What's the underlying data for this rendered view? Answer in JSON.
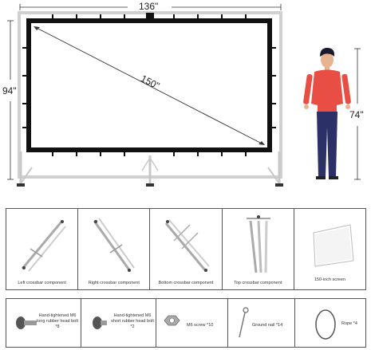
{
  "dimensions": {
    "width": "136\"",
    "height": "94\"",
    "diagonal": "150\"",
    "person_height": "74\""
  },
  "components": [
    {
      "label": "Left crossbar component"
    },
    {
      "label": "Right crossbar component"
    },
    {
      "label": "Bottom crossbar component"
    },
    {
      "label": "Top crossbar component"
    },
    {
      "label": "150-inch screen"
    }
  ],
  "hardware": [
    {
      "label": "Hand-tightened M6 long rubber head bolt *8"
    },
    {
      "label": "Hand-tightened M6 short rubber head bolt *2"
    },
    {
      "label": "M6 screw *10"
    },
    {
      "label": "Ground nail *14"
    },
    {
      "label": "Rope *4"
    }
  ],
  "colors": {
    "frame": "#111111",
    "legs": "#c8c8c8",
    "shirt": "#e94e44",
    "pants": "#2b3166",
    "skin": "#e8b38f",
    "hair": "#1a1a2e"
  }
}
